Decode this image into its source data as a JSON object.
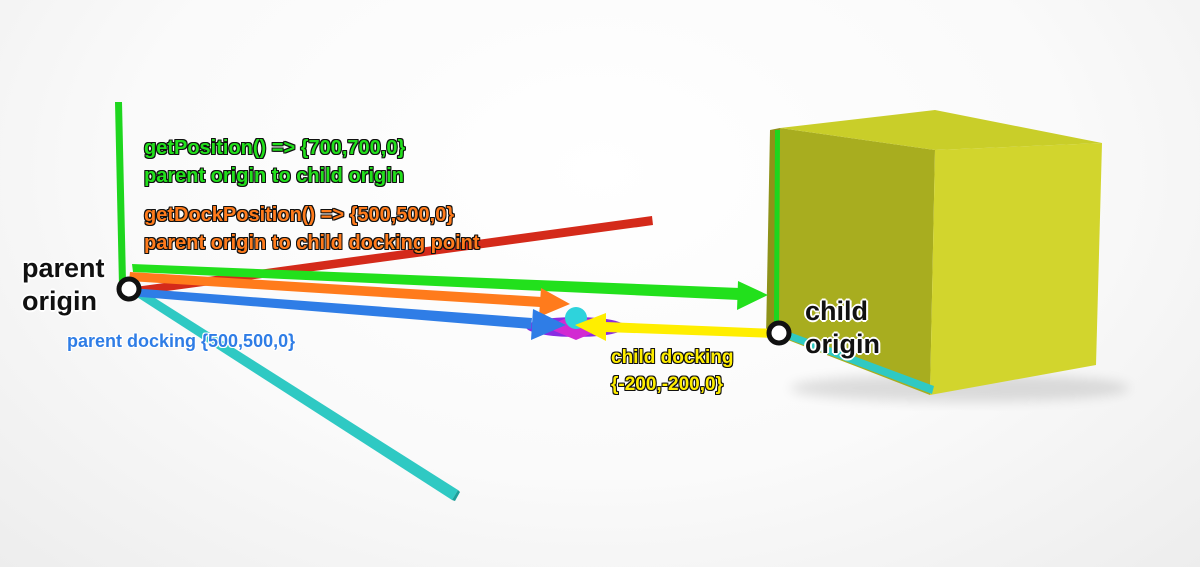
{
  "labels": {
    "get_position": "getPosition() => {700,700,0}",
    "get_position_desc": "parent origin to child origin",
    "get_dock_position": "getDockPosition() => {500,500,0}",
    "get_dock_position_desc": "parent origin to child docking point",
    "parent_origin_line1": "parent",
    "parent_origin_line2": "origin",
    "parent_docking": "parent docking {500,500,0}",
    "child_origin_line1": "child",
    "child_origin_line2": "origin",
    "child_docking_line1": "child docking",
    "child_docking_line2": "{-200,-200,0}"
  },
  "colors": {
    "position_arrow": "#22e01c",
    "dock_position_arrow": "#ff7b1c",
    "parent_docking_arrow": "#2f7de6",
    "child_docking_arrow": "#ffee00",
    "x_axis": "#d42a1a",
    "y_axis": "#1ed61e",
    "z_axis": "#2fc9c3",
    "cube": "#cdd22a",
    "origin_marker": "#111111"
  }
}
